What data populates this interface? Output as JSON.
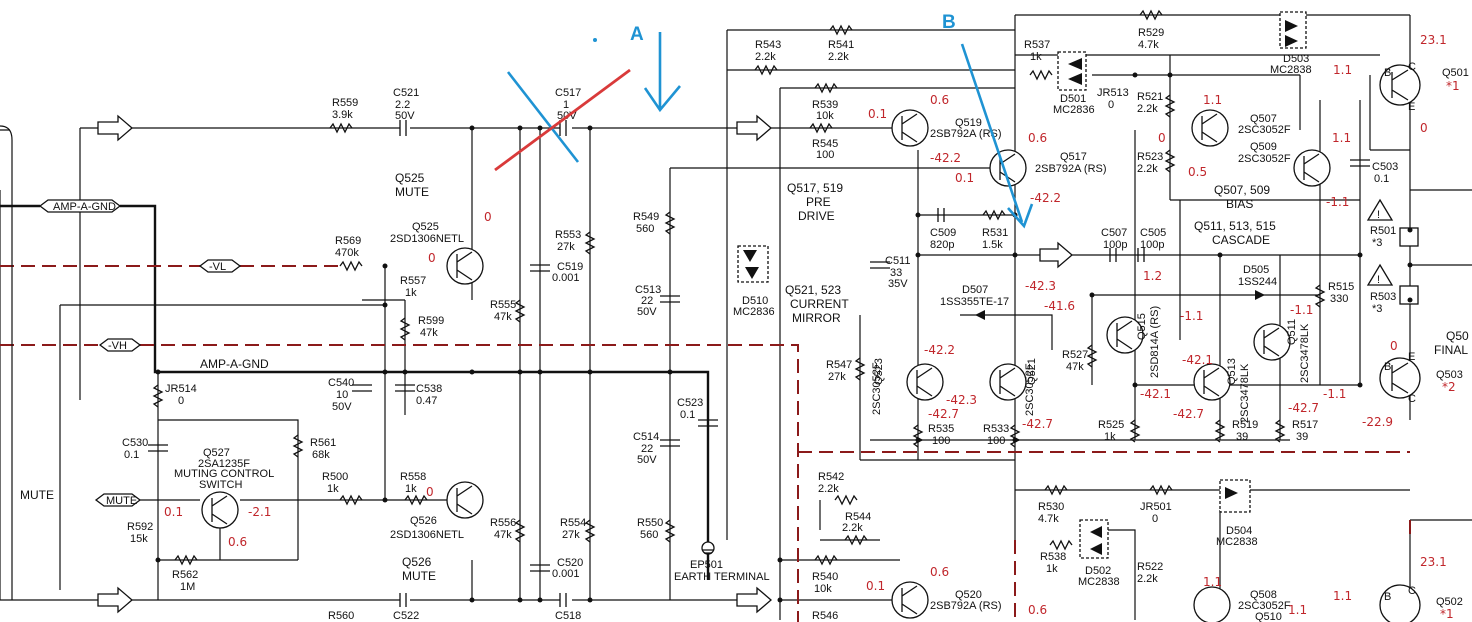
{
  "annotations": {
    "marker_a": "A",
    "marker_b": "B",
    "colors": {
      "marker": "#1f93d3",
      "cross_red": "#d93a3a",
      "cross_blue": "#1f93d3",
      "voltage": "#c0262b",
      "ground_dash": "#8b1a1a"
    }
  },
  "nets": {
    "amp_a_gnd_tag": "AMP-A-GND",
    "amp_a_gnd": "AMP-A-GND",
    "vl": "-VL",
    "vh": "-VH",
    "mute_left": "MUTE",
    "mute_tag": "MUTE"
  },
  "components": [
    {
      "ref": "R559",
      "value": "3.9k"
    },
    {
      "ref": "C521",
      "value": "2.2",
      "extra": "50V"
    },
    {
      "ref": "C517",
      "value": "1",
      "extra": "50V"
    },
    {
      "ref": "R543",
      "value": "2.2k"
    },
    {
      "ref": "R541",
      "value": "2.2k"
    },
    {
      "ref": "R539",
      "value": "10k"
    },
    {
      "ref": "R545",
      "value": "100"
    },
    {
      "ref": "R529",
      "value": "4.7k"
    },
    {
      "ref": "R537",
      "value": "1k"
    },
    {
      "ref": "D501",
      "value": "MC2836"
    },
    {
      "ref": "JR513",
      "value": "0"
    },
    {
      "ref": "D503",
      "value": "MC2838"
    },
    {
      "ref": "R521",
      "value": "2.2k"
    },
    {
      "ref": "R523",
      "value": "2.2k"
    },
    {
      "ref": "C503",
      "value": "0.1"
    },
    {
      "ref": "R569",
      "value": "470k"
    },
    {
      "ref": "R557",
      "value": "1k"
    },
    {
      "ref": "R599",
      "value": "47k"
    },
    {
      "ref": "R553",
      "value": "27k"
    },
    {
      "ref": "C519",
      "value": "0.001"
    },
    {
      "ref": "R549",
      "value": "560"
    },
    {
      "ref": "C509",
      "value": "820p"
    },
    {
      "ref": "R531",
      "value": "1.5k"
    },
    {
      "ref": "C507",
      "value": "100p"
    },
    {
      "ref": "C505",
      "value": "100p"
    },
    {
      "ref": "C511",
      "value": "33",
      "extra": "35V"
    },
    {
      "ref": "D510",
      "value": "MC2836"
    },
    {
      "ref": "C513",
      "value": "22",
      "extra": "50V"
    },
    {
      "ref": "R555",
      "value": "47k"
    },
    {
      "ref": "C540",
      "value": "10",
      "extra": "50V"
    },
    {
      "ref": "C538",
      "value": "0.47"
    },
    {
      "ref": "JR514",
      "value": "0"
    },
    {
      "ref": "C530",
      "value": "0.1"
    },
    {
      "ref": "R561",
      "value": "68k"
    },
    {
      "ref": "R500",
      "value": "1k"
    },
    {
      "ref": "R558",
      "value": "1k"
    },
    {
      "ref": "R592",
      "value": "15k"
    },
    {
      "ref": "R562",
      "value": "1M"
    },
    {
      "ref": "C523",
      "value": "0.1"
    },
    {
      "ref": "C514",
      "value": "22",
      "extra": "50V"
    },
    {
      "ref": "R556",
      "value": "47k"
    },
    {
      "ref": "R554",
      "value": "27k"
    },
    {
      "ref": "C520",
      "value": "0.001"
    },
    {
      "ref": "R550",
      "value": "560"
    },
    {
      "ref": "D507",
      "value": "1SS355TE-17"
    },
    {
      "ref": "D505",
      "value": "1SS244"
    },
    {
      "ref": "R527",
      "value": "47k"
    },
    {
      "ref": "R547",
      "value": "27k"
    },
    {
      "ref": "R535",
      "value": "100"
    },
    {
      "ref": "R533",
      "value": "100"
    },
    {
      "ref": "R525",
      "value": "1k"
    },
    {
      "ref": "R519",
      "value": "39"
    },
    {
      "ref": "R517",
      "value": "39"
    },
    {
      "ref": "R515",
      "value": "330"
    },
    {
      "ref": "R501",
      "value": "*3"
    },
    {
      "ref": "R503",
      "value": "*3"
    },
    {
      "ref": "R542",
      "value": "2.2k"
    },
    {
      "ref": "R544",
      "value": "2.2k"
    },
    {
      "ref": "R540",
      "value": "10k"
    },
    {
      "ref": "R546",
      "value": ""
    },
    {
      "ref": "R530",
      "value": "4.7k"
    },
    {
      "ref": "JR501",
      "value": "0"
    },
    {
      "ref": "D504",
      "value": "MC2838"
    },
    {
      "ref": "R538",
      "value": "1k"
    },
    {
      "ref": "D502",
      "value": "MC2838"
    },
    {
      "ref": "R522",
      "value": "2.2k"
    },
    {
      "ref": "R560",
      "value": ""
    },
    {
      "ref": "C522",
      "value": ""
    },
    {
      "ref": "C518",
      "value": ""
    }
  ],
  "transistors": [
    {
      "ref": "Q525",
      "part": "2SD1306NETL"
    },
    {
      "ref": "Q526",
      "part": "2SD1306NETL"
    },
    {
      "ref": "Q527",
      "part": "2SA1235F"
    },
    {
      "ref": "Q519",
      "part": "2SB792A (RS)"
    },
    {
      "ref": "Q517",
      "part": "2SB792A (RS)"
    },
    {
      "ref": "Q507",
      "part": "2SC3052F"
    },
    {
      "ref": "Q509",
      "part": "2SC3052F"
    },
    {
      "ref": "Q501",
      "part": "*1"
    },
    {
      "ref": "Q503",
      "part": "*2"
    },
    {
      "ref": "Q523",
      "part": "2SC3052F"
    },
    {
      "ref": "Q521",
      "part": "2SC3052F"
    },
    {
      "ref": "Q515",
      "part": "2SD814A (RS)"
    },
    {
      "ref": "Q513",
      "part": "2SC3478LK"
    },
    {
      "ref": "Q511",
      "part": "2SC3478LK"
    },
    {
      "ref": "Q520",
      "part": "2SB792A (RS)"
    },
    {
      "ref": "Q508",
      "part": "2SC3052F"
    },
    {
      "ref": "Q502",
      "part": "*1"
    }
  ],
  "blocks": {
    "q525_title": "Q525",
    "q525_sub": "MUTE",
    "q526_title": "Q526",
    "q526_sub": "MUTE",
    "predrive_1": "Q517, 519",
    "predrive_2": "PRE",
    "predrive_3": "DRIVE",
    "mirror_1": "Q521, 523",
    "mirror_2": "CURRENT",
    "mirror_3": "MIRROR",
    "bias_1": "Q507, 509",
    "bias_2": "BIAS",
    "cascade_1": "Q511, 513, 515",
    "cascade_2": "CASCADE",
    "muting_1": "MUTING CONTROL",
    "muting_2": "SWITCH",
    "final_1": "Q50",
    "final_2": "FINAL",
    "earth_ref": "EP501",
    "earth_text": "EARTH TERMINAL",
    "q510_partial": "Q510"
  },
  "voltages": [
    "0.6",
    "0.1",
    "-42.2",
    "0.6",
    "0.1",
    "-42.2",
    "1.1",
    "0",
    "1.1",
    "0.5",
    "-1.1",
    "23.1",
    "1.1",
    "0",
    "0",
    "0",
    "-2.1",
    "0.1",
    "0.6",
    "0",
    "-42.3",
    "-41.6",
    "1.2",
    "-1.1",
    "-42.1",
    "-1.1",
    "-42.2",
    "-42.3",
    "-42.7",
    "-42.7",
    "-42.1",
    "-42.7",
    "-42.7",
    "-1.1",
    "-22.9",
    "0",
    "0.6",
    "0.1",
    "1.1",
    "1.1",
    "23.1",
    "1.1",
    "0.6"
  ]
}
